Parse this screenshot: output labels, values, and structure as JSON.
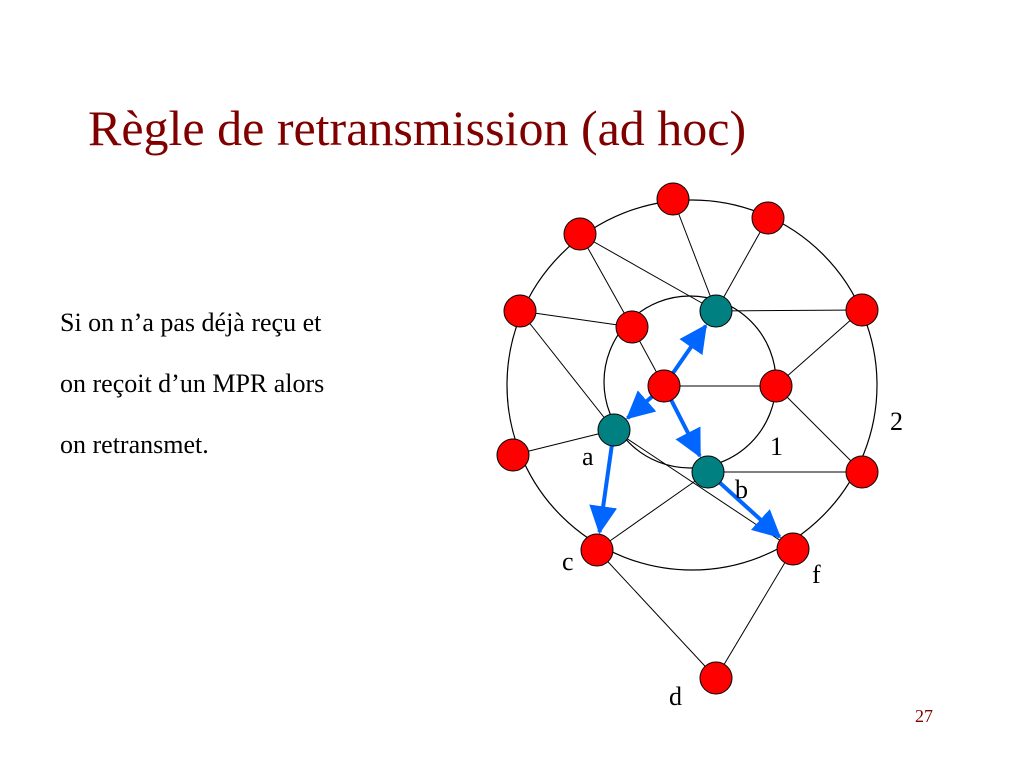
{
  "slide": {
    "title": "Règle de retransmission (ad hoc)",
    "body_lines": [
      "Si on n’a pas déjà reçu et",
      "on reçoit d’un MPR alors",
      "on retransmet."
    ],
    "page_number": "27"
  },
  "diagram": {
    "colors": {
      "node": "#ff0000",
      "mpr_node": "#008080",
      "edge": "#000000",
      "arrow": "#0066ff",
      "title": "#800000"
    },
    "labels": {
      "ring_1": "1",
      "ring_2": "2",
      "node_a": "a",
      "node_b": "b",
      "node_c": "c",
      "node_d": "d",
      "node_f": "f"
    },
    "nodes": [
      {
        "id": "top",
        "type": "regular"
      },
      {
        "id": "top-right",
        "type": "regular"
      },
      {
        "id": "top-left",
        "type": "regular"
      },
      {
        "id": "far-left",
        "type": "regular"
      },
      {
        "id": "inner-left",
        "type": "regular"
      },
      {
        "id": "mpr-top",
        "type": "mpr"
      },
      {
        "id": "far-right",
        "type": "regular"
      },
      {
        "id": "source",
        "type": "regular"
      },
      {
        "id": "inner-right",
        "type": "regular"
      },
      {
        "id": "a",
        "type": "mpr"
      },
      {
        "id": "left-low",
        "type": "regular"
      },
      {
        "id": "b",
        "type": "mpr"
      },
      {
        "id": "right-low",
        "type": "regular"
      },
      {
        "id": "c",
        "type": "regular"
      },
      {
        "id": "f",
        "type": "regular"
      },
      {
        "id": "d",
        "type": "regular"
      }
    ],
    "edges": [
      [
        "top-left",
        "mpr-top"
      ],
      [
        "top",
        "mpr-top"
      ],
      [
        "top-right",
        "mpr-top"
      ],
      [
        "far-left",
        "inner-left"
      ],
      [
        "top-left",
        "inner-left"
      ],
      [
        "far-left",
        "a"
      ],
      [
        "mpr-top",
        "far-right"
      ],
      [
        "far-right",
        "inner-right"
      ],
      [
        "inner-left",
        "source"
      ],
      [
        "source",
        "inner-right"
      ],
      [
        "inner-right",
        "right-low"
      ],
      [
        "left-low",
        "a"
      ],
      [
        "a",
        "f"
      ],
      [
        "b",
        "right-low"
      ],
      [
        "b",
        "c"
      ],
      [
        "c",
        "d"
      ],
      [
        "f",
        "d"
      ]
    ],
    "arrows": [
      [
        "source",
        "mpr-top"
      ],
      [
        "source",
        "a"
      ],
      [
        "source",
        "b"
      ],
      [
        "a",
        "c"
      ],
      [
        "b",
        "f"
      ]
    ]
  }
}
